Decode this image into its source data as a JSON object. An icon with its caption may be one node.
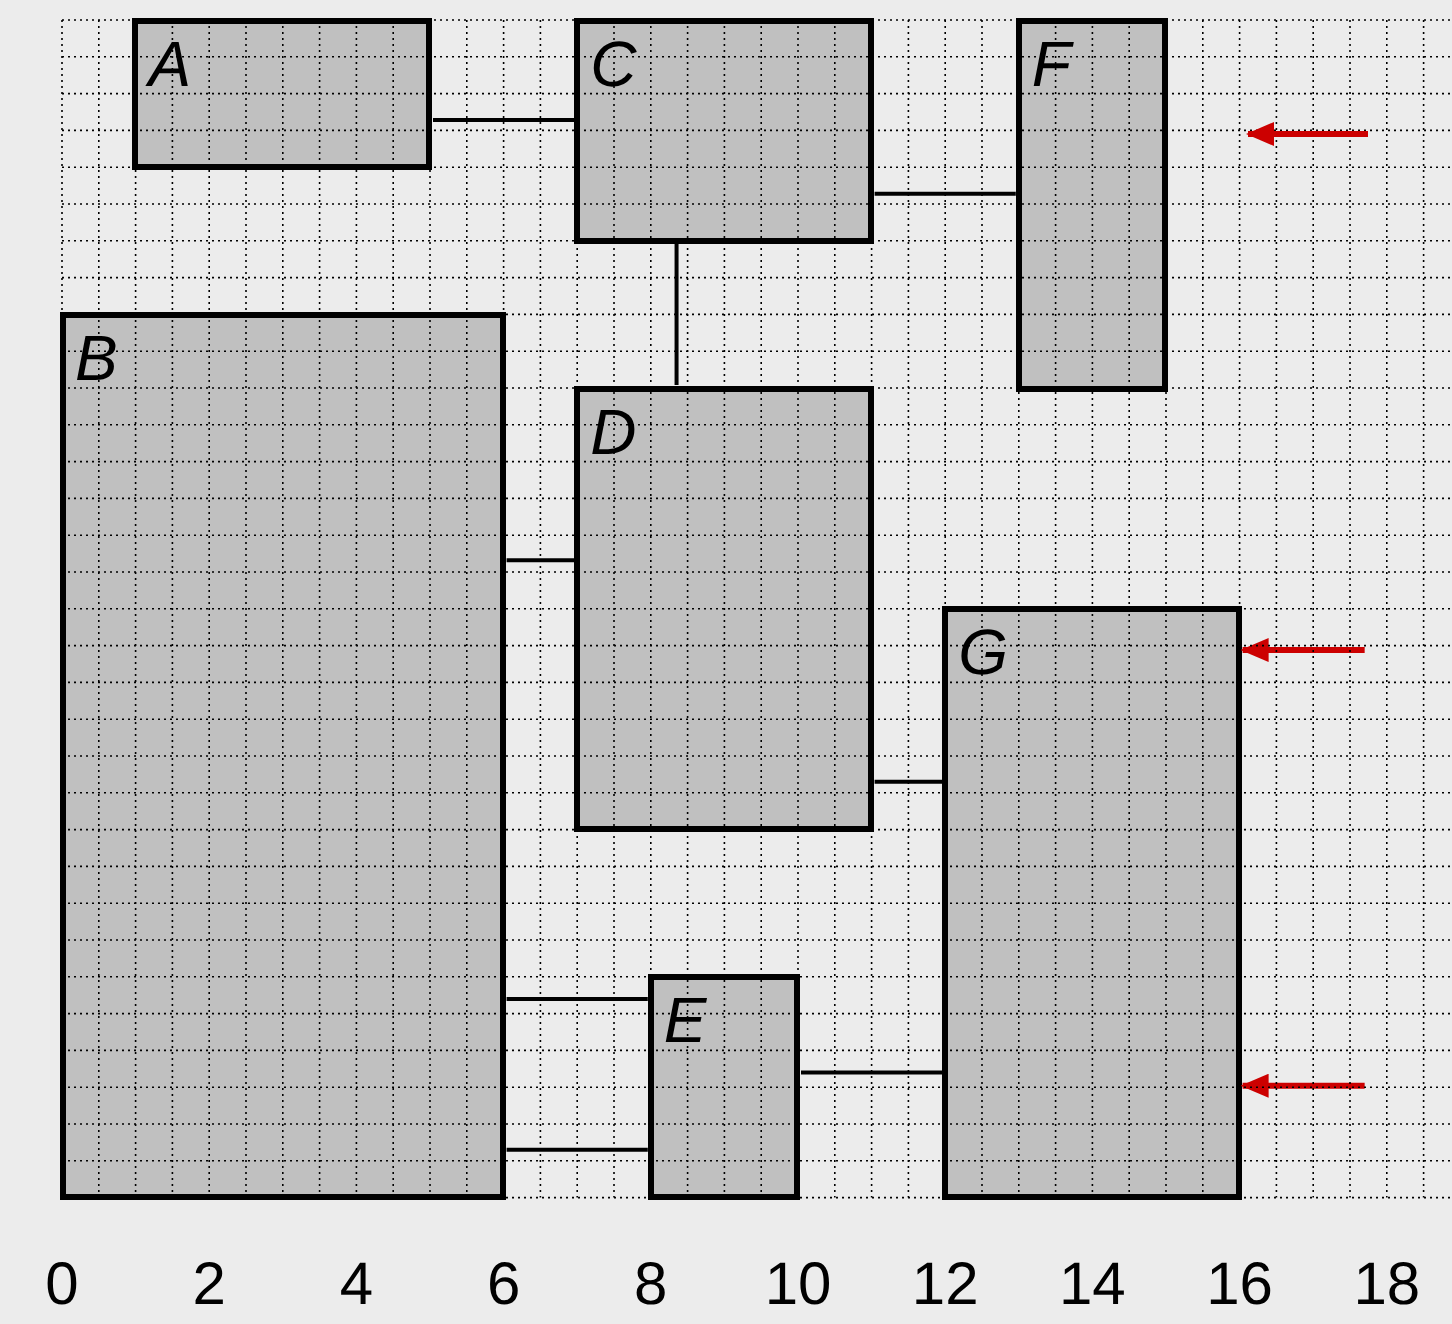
{
  "diagram": {
    "nodes": [
      {
        "text": [
          "A"
        ]
      },
      {
        "text": [
          "C"
        ]
      },
      {
        "text": [
          "F"
        ]
      },
      {
        "text": [
          "B"
        ]
      },
      {
        "text": [
          "D"
        ]
      },
      {
        "text": [
          "G"
        ]
      },
      {
        "text": [
          "E"
        ]
      }
    ],
    "edges": [
      {
        "from": 0,
        "to": 1,
        "arrow": "none"
      },
      {
        "from": 1,
        "to": 2,
        "arrow": "none"
      },
      {
        "from": 1,
        "to": 4,
        "arrow": "none"
      },
      {
        "from": 3,
        "to": 4,
        "arrow": "none"
      },
      {
        "from": 4,
        "to": 5,
        "arrow": "none"
      },
      {
        "from": 3,
        "to": 6,
        "arrow": "none"
      },
      {
        "from": 3,
        "to": 6,
        "arrow": "none"
      },
      {
        "from": 6,
        "to": 5,
        "arrow": "none"
      },
      {
        "from": null,
        "to": 5,
        "arrow": "to",
        "color": "#cc0000"
      },
      {
        "from": null,
        "to": 5,
        "arrow": "to",
        "color": "#cc0000"
      }
    ],
    "labels": [
      "0",
      "2",
      "4",
      "6",
      "8",
      "10",
      "12",
      "14",
      "16",
      "18"
    ]
  }
}
